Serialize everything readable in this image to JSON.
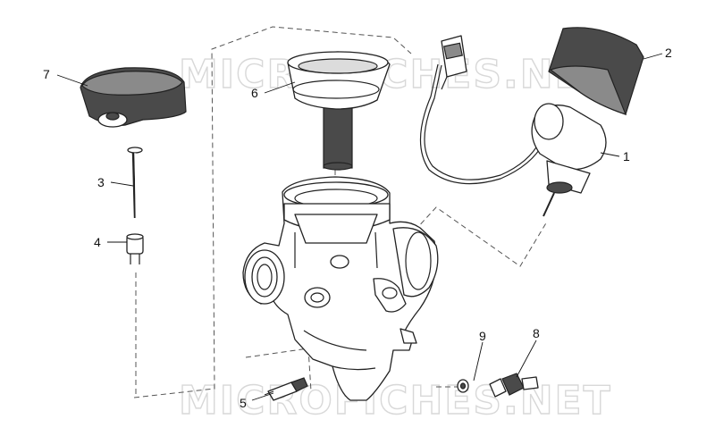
{
  "watermark": "MICROFICHES.NET",
  "colors": {
    "line": "#222222",
    "dark_fill": "#4a4a4a",
    "mid_fill": "#8a8a8a",
    "watermark": "#d8d8d8"
  },
  "callouts": {
    "c1": "1",
    "c2": "2",
    "c3": "3",
    "c4": "4",
    "c5": "5",
    "c6": "6",
    "c7": "7",
    "c8": "8",
    "c9": "9"
  }
}
